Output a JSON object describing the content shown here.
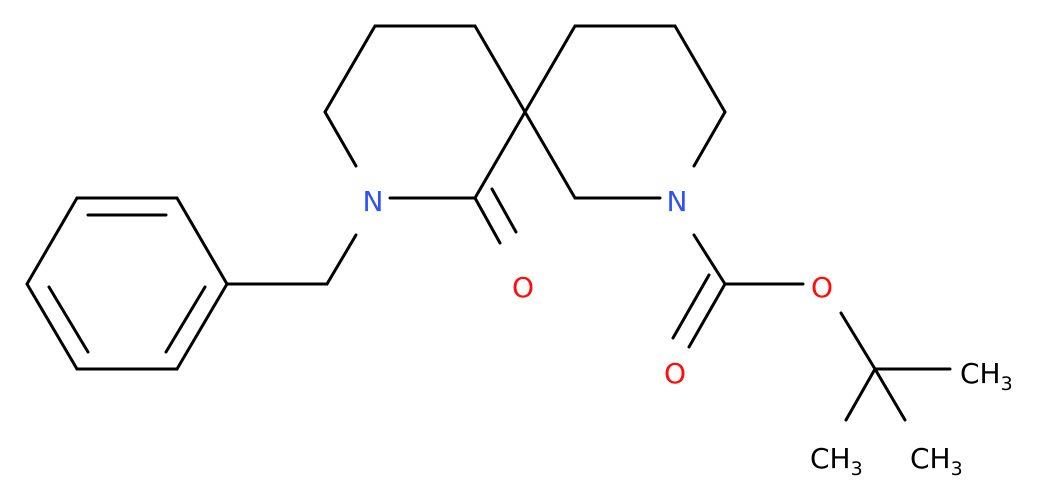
{
  "structure": {
    "atoms": {
      "n_lactam": {
        "text": "N",
        "color": "#3050f8"
      },
      "n_carbamate": {
        "text": "N",
        "color": "#3050f8"
      },
      "o_ketone": {
        "text": "O",
        "color": "#ff0d0d"
      },
      "o_carbonyl": {
        "text": "O",
        "color": "#ff0d0d"
      },
      "o_ester": {
        "text": "O",
        "color": "#ff0d0d"
      },
      "methyl_right": {
        "symbol": "CH",
        "subscript": "3"
      },
      "methyl_bottom_left": {
        "symbol": "CH",
        "subscript": "3"
      },
      "methyl_bottom_right": {
        "symbol": "CH",
        "subscript": "3"
      }
    },
    "bond_color": "#000000"
  }
}
